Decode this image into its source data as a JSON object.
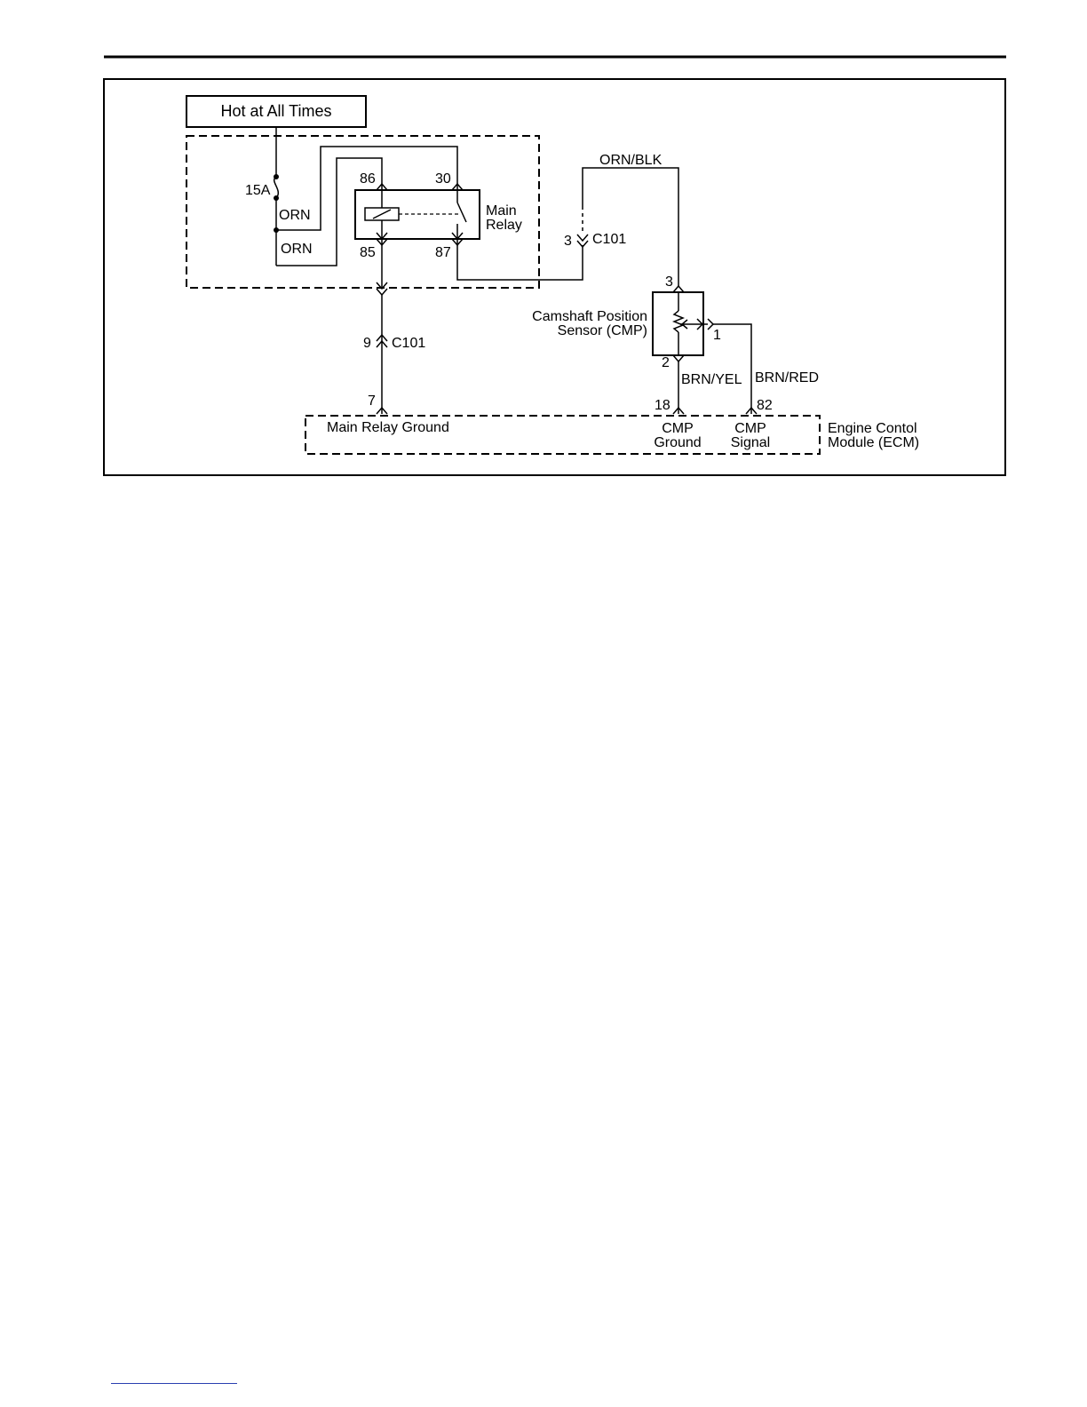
{
  "header": {
    "rule_color": "#000000"
  },
  "power": {
    "label": "Hot at All Times"
  },
  "fuse": {
    "rating": "15A"
  },
  "wires": {
    "orn_upper": "ORN",
    "orn_lower": "ORN",
    "orn_blk": "ORN/BLK",
    "brn_yel": "BRN/YEL",
    "brn_red": "BRN/RED"
  },
  "relay": {
    "name_line1": "Main",
    "name_line2": "Relay",
    "pin_86": "86",
    "pin_30": "30",
    "pin_85": "85",
    "pin_87": "87"
  },
  "connectors": {
    "c101_upper_pin": "3",
    "c101_upper_name": "C101",
    "c101_lower_pin": "9",
    "c101_lower_name": "C101"
  },
  "sensor": {
    "name_line1": "Camshaft Position",
    "name_line2": "Sensor (CMP)",
    "pin_3": "3",
    "pin_2": "2",
    "pin_1": "1"
  },
  "ecm": {
    "name_line1": "Engine Contol",
    "name_line2": "Module (ECM)",
    "pin_7": "7",
    "pin_18": "18",
    "pin_82": "82",
    "main_relay_ground": "Main Relay Ground",
    "cmp_ground_line1": "CMP",
    "cmp_ground_line2": "Ground",
    "cmp_signal_line1": "CMP",
    "cmp_signal_line2": "Signal"
  }
}
